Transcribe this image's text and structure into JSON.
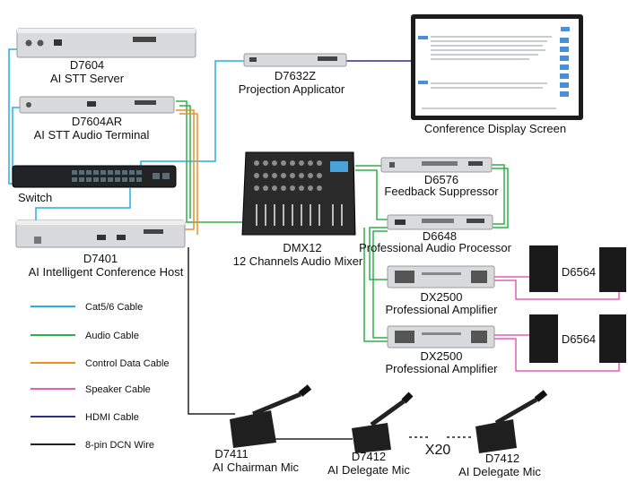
{
  "colors": {
    "cat": "#29aee0",
    "audio": "#2db04a",
    "control": "#e8912a",
    "speaker": "#e75fb5",
    "hdmi": "#2b2d8c",
    "dcn": "#222222",
    "rack": "#d9dadc",
    "speaker_box": "#1a1a1a"
  },
  "devices": {
    "d7604": {
      "model": "D7604",
      "name": "AI STT Server"
    },
    "d7604ar": {
      "model": "D7604AR",
      "name": "AI STT Audio Terminal"
    },
    "switch": {
      "name": "Switch"
    },
    "d7401": {
      "model": "D7401",
      "name": "AI Intelligent Conference Host"
    },
    "d7632z": {
      "model": "D7632Z",
      "name": "Projection Applicator"
    },
    "screen": {
      "name": "Conference Display Screen"
    },
    "dmx12": {
      "model": "DMX12",
      "name": "12 Channels Audio Mixer"
    },
    "d6576": {
      "model": "D6576",
      "name": "Feedback Suppressor"
    },
    "d6648": {
      "model": "D6648",
      "name": "Professional Audio Processor"
    },
    "amp1": {
      "model": "DX2500",
      "name": "Professional Amplifier"
    },
    "amp2": {
      "model": "DX2500",
      "name": "Professional Amplifier"
    },
    "spk1": {
      "model": "D6564"
    },
    "spk2": {
      "model": "D6564"
    },
    "mic_chair": {
      "model": "D7411",
      "name": "AI Chairman Mic"
    },
    "mic_del1": {
      "model": "D7412",
      "name": "AI Delegate Mic"
    },
    "mic_del2": {
      "model": "D7412",
      "name": "AI Delegate Mic"
    }
  },
  "multiplier": "X20",
  "legend": [
    {
      "label": "Cat5/6 Cable",
      "color": "#29aee0"
    },
    {
      "label": "Audio Cable",
      "color": "#2db04a"
    },
    {
      "label": "Control Data Cable",
      "color": "#e8912a"
    },
    {
      "label": "Speaker Cable",
      "color": "#e75fb5"
    },
    {
      "label": "HDMI Cable",
      "color": "#2b2d8c"
    },
    {
      "label": "8-pin DCN Wire",
      "color": "#222222"
    }
  ]
}
